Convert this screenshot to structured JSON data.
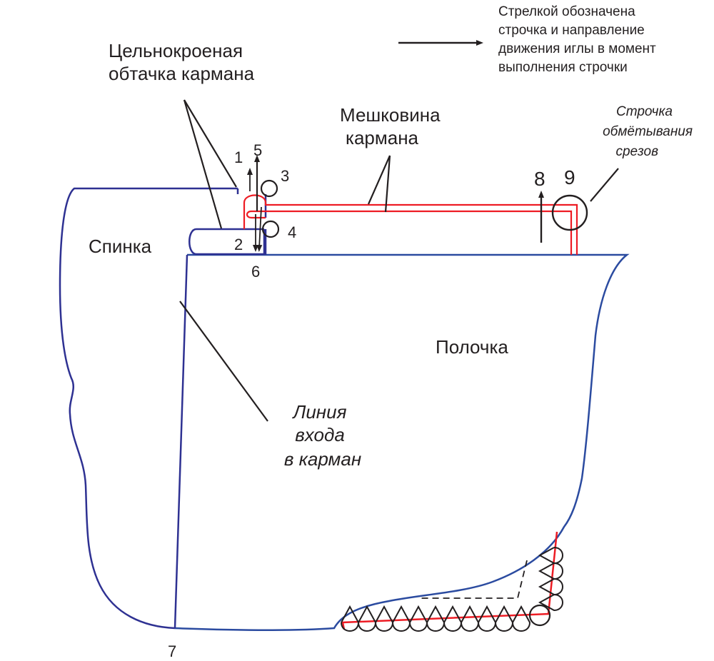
{
  "legend": {
    "line1": "Стрелкой обозначена",
    "line2": "строчка и направление",
    "line3": "движения иглы в момент",
    "line4": "выполнения строчки"
  },
  "labels": {
    "facing_line1": "Цельнокроеная",
    "facing_line2": "обтачка кармана",
    "pocket_bag_line1": "Мешковина",
    "pocket_bag_line2": "кармана",
    "overlock_line1": "Строчка",
    "overlock_line2": "обмётывания",
    "overlock_line3": "срезов",
    "back": "Спинка",
    "front": "Полочка",
    "entry_line1": "Линия",
    "entry_line2": "входа",
    "entry_line3": "в карман"
  },
  "numbers": {
    "n1": "1",
    "n2": "2",
    "n3": "3",
    "n4": "4",
    "n5": "5",
    "n6": "6",
    "n7": "7",
    "n8": "8",
    "n9": "9"
  },
  "colors": {
    "fabric_outline": "#2e3192",
    "stitch": "#ed1c24",
    "ink": "#231f20",
    "front_outline": "#2b4ba0"
  }
}
